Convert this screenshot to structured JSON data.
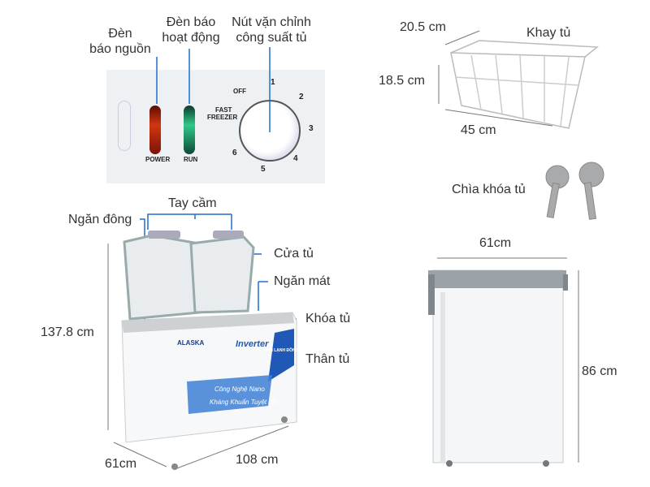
{
  "control_panel": {
    "power_led_label": "POWER",
    "run_led_label": "RUN",
    "dial": {
      "off": "OFF",
      "fast_freezer_line1": "FAST",
      "fast_freezer_line2": "FREEZER",
      "settings": [
        "1",
        "2",
        "3",
        "4",
        "5",
        "6"
      ]
    },
    "callouts": {
      "power_line1": "Đèn",
      "power_line2": "báo nguồn",
      "run_line1": "Đèn báo",
      "run_line2": "hoạt động",
      "dial_line1": "Nút vặn chỉnh",
      "dial_line2": "công suất tủ"
    },
    "colors": {
      "power": "#c0230e",
      "run": "#1fa66e",
      "callout_line": "#1e6fd0"
    }
  },
  "basket": {
    "label": "Khay tủ",
    "depth": "20.5 cm",
    "height": "18.5 cm",
    "width": "45 cm"
  },
  "keys": {
    "label": "Chìa khóa tủ"
  },
  "freezer_front": {
    "brand": "ALASKA",
    "inverter": "Inverter",
    "badge": "DÀN LẠNH ĐỒNG",
    "slogan1": "Công Nghệ Nano",
    "slogan2": "Kháng Khuẩn Tuyệt đối",
    "callouts": {
      "handle": "Tay cầm",
      "freezer_compartment": "Ngăn đông",
      "door": "Cửa tủ",
      "cooler_compartment": "Ngăn mát",
      "lock": "Khóa tủ",
      "body": "Thân tủ"
    },
    "dimensions": {
      "open_height": "137.8 cm",
      "depth": "61cm",
      "width": "108 cm"
    }
  },
  "freezer_side": {
    "depth": "61cm",
    "height": "86 cm"
  }
}
